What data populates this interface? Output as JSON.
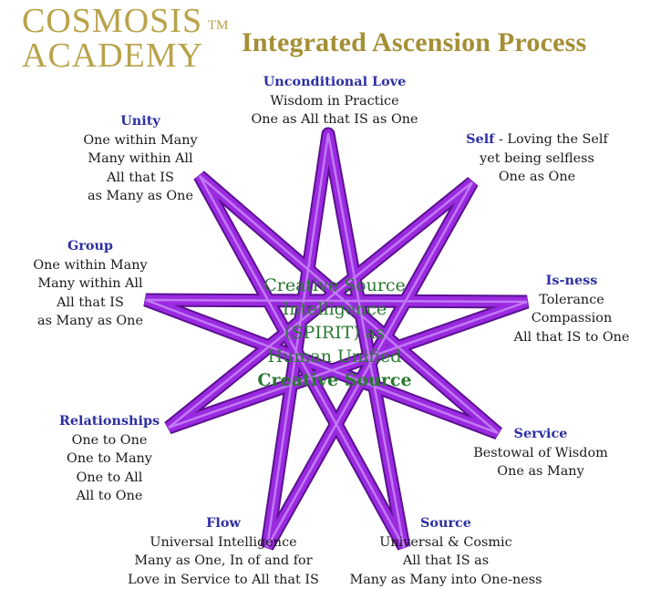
{
  "header": {
    "logo_line_1": "COSMOSIS",
    "logo_tm": "TM",
    "logo_line_2": "ACADEMY",
    "title": "Integrated Ascension Process"
  },
  "center": {
    "lines": [
      "Creative Source",
      "Intelligence",
      "(SPIRIT) as",
      "Human Unified",
      "Creative Source"
    ]
  },
  "points": {
    "unconditional_love": {
      "title": "Unconditional Love",
      "lines": [
        "Wisdom in Practice",
        "One as All that IS as One"
      ]
    },
    "self": {
      "title": "Self",
      "title_suffix": " - Loving the Self",
      "lines": [
        "yet being selfless",
        "One as One"
      ]
    },
    "isness": {
      "title": "Is-ness",
      "lines": [
        "Tolerance",
        "Compassion",
        "All that IS to One"
      ]
    },
    "service": {
      "title": "Service",
      "lines": [
        "Bestowal of Wisdom",
        "One as Many"
      ]
    },
    "source": {
      "title": "Source",
      "lines": [
        "Universal & Cosmic",
        "All that IS as",
        "Many as Many into One-ness"
      ]
    },
    "flow": {
      "title": "Flow",
      "lines": [
        "Universal Intelligence",
        "Many as One, In of and for",
        "Love in Service to All that IS"
      ]
    },
    "relationships": {
      "title": "Relationships",
      "lines": [
        "One to One",
        "One to Many",
        "One to All",
        "All to One"
      ]
    },
    "group": {
      "title": "Group",
      "lines": [
        "One within Many",
        "Many within All",
        "All that IS",
        "as Many as One"
      ]
    },
    "unity": {
      "title": "Unity",
      "lines": [
        "One within Many",
        "Many within All",
        "All that IS",
        "as Many as One"
      ]
    }
  },
  "colors": {
    "star_fill": "#9a2ae0",
    "star_outline": "#5a1190",
    "star_highlight": "#d7a3ff",
    "heading": "#2d2fa3",
    "center_text": "#2a7a33",
    "logo": "#b9a24a",
    "title": "#a58f35"
  }
}
